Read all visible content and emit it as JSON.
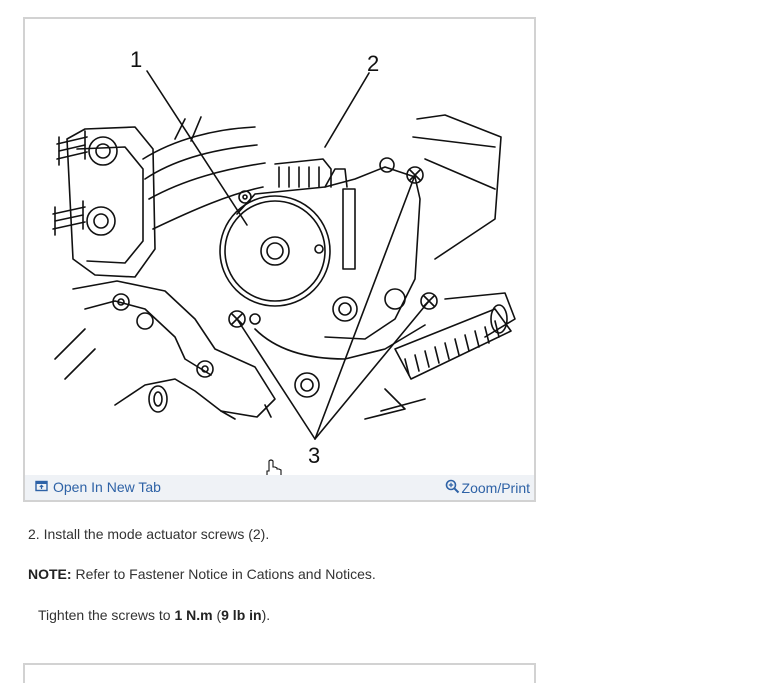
{
  "figure": {
    "callouts": [
      "1",
      "2",
      "3"
    ],
    "open_tab_label": "Open In New Tab",
    "open_tab_icon": "open-in-new-tab-icon",
    "zoom_label": "Zoom/Print",
    "zoom_icon": "zoom-magnifier-icon",
    "link_color": "#2e62a6",
    "bar_color": "#eff2f6"
  },
  "instructions": {
    "step": "2. Install the mode actuator screws (2).",
    "note_label": "NOTE:",
    "note_text": " Refer to Fastener Notice in Cations and Notices.",
    "torque_prefix": "Tighten the screws to ",
    "torque_metric": "1 N.m",
    "torque_mid": " (",
    "torque_imperial": "9 lb in",
    "torque_suffix": ")."
  }
}
